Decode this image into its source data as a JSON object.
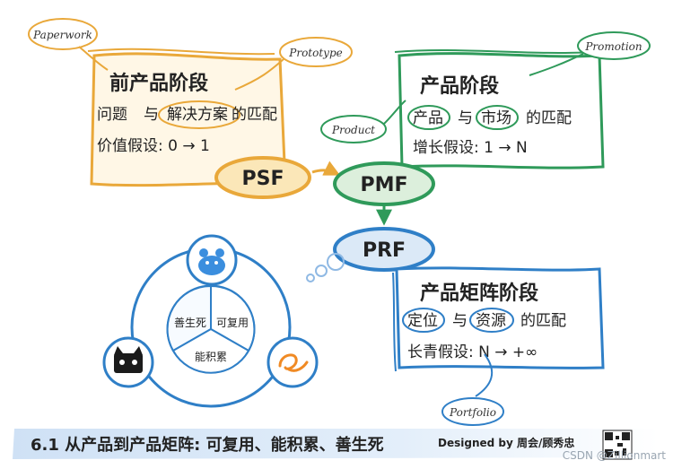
{
  "tags": {
    "paperwork": "Paperwork",
    "prototype": "Prototype",
    "promotion": "Promotion",
    "product": "Product",
    "portfolio": "Portfolio"
  },
  "pre_stage": {
    "title": "前产品阶段",
    "line1_a": "问题",
    "line1_b": "与",
    "line1_c": "解决方案",
    "line1_d": "的匹配",
    "line2": "价值假设: 0 → 1"
  },
  "product_stage": {
    "title": "产品阶段",
    "line1_a": "产品",
    "line1_b": "与",
    "line1_c": "市场",
    "line1_d": "的匹配",
    "line2": "增长假设: 1 → N"
  },
  "matrix_stage": {
    "title": "产品矩阵阶段",
    "line1_a": "定位",
    "line1_b": "与",
    "line1_c": "资源",
    "line1_d": "的匹配",
    "line2": "长青假设: N → +∞"
  },
  "nodes": {
    "psf": "PSF",
    "pmf": "PMF",
    "prf": "PRF"
  },
  "pie": {
    "seg1": "善生死",
    "seg2": "可复用",
    "seg3": "能积累"
  },
  "footer": {
    "caption": "6.1 从产品到产品矩阵: 可复用、能积累、善生死",
    "credit": "Designed by 周会/顾秀忠",
    "watermark": "CSDN @Zillionmart"
  },
  "colors": {
    "orange": "#e9a83a",
    "green": "#2f9a5a",
    "blue": "#2f7fc7",
    "node_bg_orange": "#fbe7b8",
    "node_bg_green": "#dcefdc",
    "node_bg_blue": "#dbe9f7",
    "footer_bg": "#dbe9f6"
  }
}
